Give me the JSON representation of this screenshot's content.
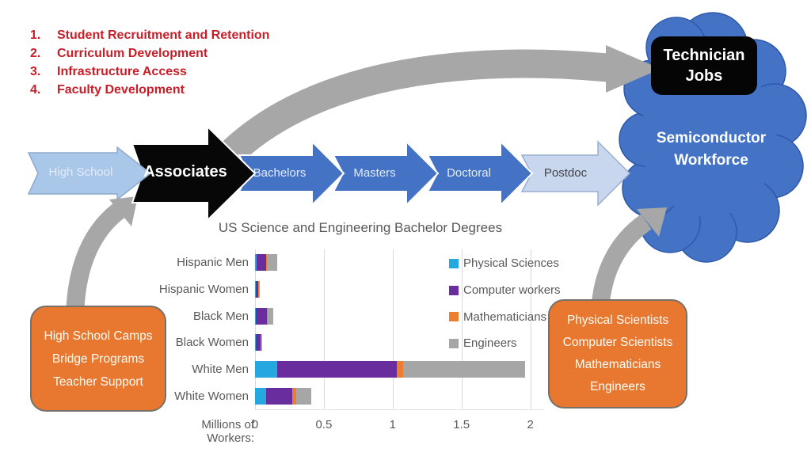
{
  "priorities": {
    "items": [
      {
        "num": "1.",
        "label": "Student Recruitment and Retention"
      },
      {
        "num": "2.",
        "label": "Curriculum Development"
      },
      {
        "num": "3.",
        "label": "Infrastructure Access"
      },
      {
        "num": "4.",
        "label": "Faculty Development"
      }
    ]
  },
  "pipeline": {
    "stages": [
      {
        "label": "High School"
      },
      {
        "label": "Associates"
      },
      {
        "label": "Bachelors"
      },
      {
        "label": "Masters"
      },
      {
        "label": "Doctoral"
      },
      {
        "label": "Postdoc"
      }
    ]
  },
  "cloud": {
    "badge": "Technician Jobs",
    "label": "Semiconductor Workforce"
  },
  "left_box": {
    "lines": [
      "High School Camps",
      "Bridge Programs",
      "Teacher Support"
    ]
  },
  "right_box": {
    "lines": [
      "Physical Scientists",
      "Computer Scientists",
      "Mathematicians",
      "Engineers"
    ]
  },
  "chart_data": {
    "type": "bar",
    "orientation": "horizontal",
    "stacked": true,
    "title": "US Science and Engineering Bachelor Degrees",
    "xlabel": "Millions of Workers:",
    "categories": [
      "Hispanic Men",
      "Hispanic Women",
      "Black Men",
      "Black Women",
      "White Men",
      "White Women"
    ],
    "series": [
      {
        "name": "Physical Sciences",
        "color": "#25a8e0",
        "values": [
          0.012,
          0.004,
          0.005,
          0.003,
          0.16,
          0.08
        ]
      },
      {
        "name": "Computer workers",
        "color": "#6a2d9e",
        "values": [
          0.07,
          0.02,
          0.08,
          0.04,
          0.87,
          0.19
        ]
      },
      {
        "name": "Mathematicians",
        "color": "#ed7d31",
        "values": [
          0.005,
          0.004,
          0.005,
          0.002,
          0.045,
          0.03
        ]
      },
      {
        "name": "Engineers",
        "color": "#a6a6a6",
        "values": [
          0.075,
          0.006,
          0.042,
          0.004,
          0.885,
          0.11
        ]
      }
    ],
    "x_ticks": [
      "0",
      "0.5",
      "1",
      "1.5",
      "2"
    ],
    "x_tick_values": [
      0,
      0.5,
      1,
      1.5,
      2
    ],
    "xlim": [
      0,
      2.1
    ],
    "grid": true,
    "legend_position": "right-inside"
  },
  "colors": {
    "red_text": "#c81e28",
    "pipeline_blue": "#4472c4",
    "pipeline_light": "#a9c7e9",
    "pipeline_pale": "#c9d7ee",
    "pipeline_black": "#070707",
    "cloud_blue": "#4472c4",
    "orange_box": "#e8772f",
    "gray_arrow": "#a7a7a7"
  }
}
